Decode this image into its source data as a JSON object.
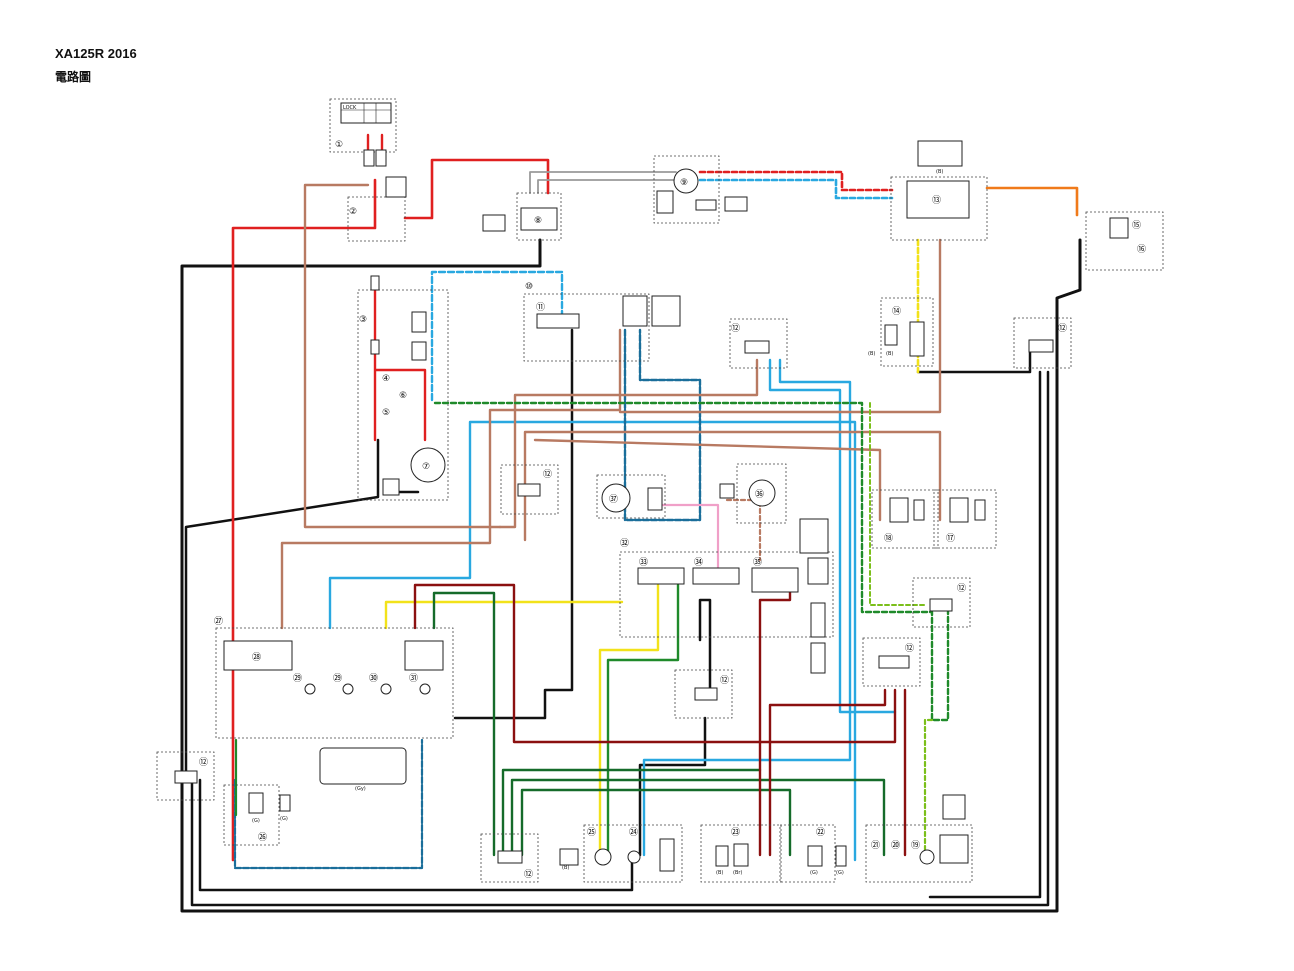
{
  "header": {
    "model": "XA125R 2016",
    "diagram_name": "電路圖"
  },
  "lock_label": "LOCK",
  "components": [
    {
      "id": "c1",
      "label": "①"
    },
    {
      "id": "c2",
      "label": "②"
    },
    {
      "id": "c3",
      "label": "③"
    },
    {
      "id": "c4",
      "label": "④"
    },
    {
      "id": "c5",
      "label": "⑤"
    },
    {
      "id": "c6",
      "label": "⑥"
    },
    {
      "id": "c7",
      "label": "⑦"
    },
    {
      "id": "c8",
      "label": "⑧"
    },
    {
      "id": "c9",
      "label": "⑨"
    },
    {
      "id": "c10",
      "label": "⑩"
    },
    {
      "id": "c11",
      "label": "⑪"
    },
    {
      "id": "c12a",
      "label": "⑫"
    },
    {
      "id": "c12b",
      "label": "⑫"
    },
    {
      "id": "c12c",
      "label": "⑫"
    },
    {
      "id": "c12d",
      "label": "⑫"
    },
    {
      "id": "c12e",
      "label": "⑫"
    },
    {
      "id": "c12f",
      "label": "⑫"
    },
    {
      "id": "c12g",
      "label": "⑫"
    },
    {
      "id": "c12h",
      "label": "⑫"
    },
    {
      "id": "c13",
      "label": "⑬"
    },
    {
      "id": "c14",
      "label": "⑭"
    },
    {
      "id": "c15",
      "label": "⑮"
    },
    {
      "id": "c16",
      "label": "⑯"
    },
    {
      "id": "c17",
      "label": "⑰"
    },
    {
      "id": "c18",
      "label": "⑱"
    },
    {
      "id": "c19",
      "label": "⑲"
    },
    {
      "id": "c20",
      "label": "⑳"
    },
    {
      "id": "c21",
      "label": "㉑"
    },
    {
      "id": "c22",
      "label": "㉒"
    },
    {
      "id": "c23",
      "label": "㉓"
    },
    {
      "id": "c24",
      "label": "㉔"
    },
    {
      "id": "c25",
      "label": "㉕"
    },
    {
      "id": "c26",
      "label": "㉖"
    },
    {
      "id": "c27",
      "label": "㉗"
    },
    {
      "id": "c28",
      "label": "㉘"
    },
    {
      "id": "c29a",
      "label": "㉙"
    },
    {
      "id": "c29b",
      "label": "㉙"
    },
    {
      "id": "c30",
      "label": "㉚"
    },
    {
      "id": "c31",
      "label": "㉛"
    },
    {
      "id": "c32",
      "label": "㉜"
    },
    {
      "id": "c33",
      "label": "㉝"
    },
    {
      "id": "c34",
      "label": "㉞"
    },
    {
      "id": "c35",
      "label": "㉟"
    },
    {
      "id": "c36",
      "label": "㊱"
    },
    {
      "id": "c37",
      "label": "㊲"
    }
  ],
  "connector_tags": {
    "b": "(B)",
    "g": "(G)",
    "br": "(Br)",
    "gy": "(Gy)"
  },
  "wire_colors": {
    "red": "#e02020",
    "black": "#111111",
    "brown": "#b87a62",
    "sky_blue": "#29a8e0",
    "green": "#1f8a2a",
    "dark_green": "#156b2a",
    "yellow": "#f2e21a",
    "orange": "#f07a1a",
    "maroon": "#8b1010",
    "pink": "#f0a0c8",
    "gray": "#9a9a9a"
  }
}
